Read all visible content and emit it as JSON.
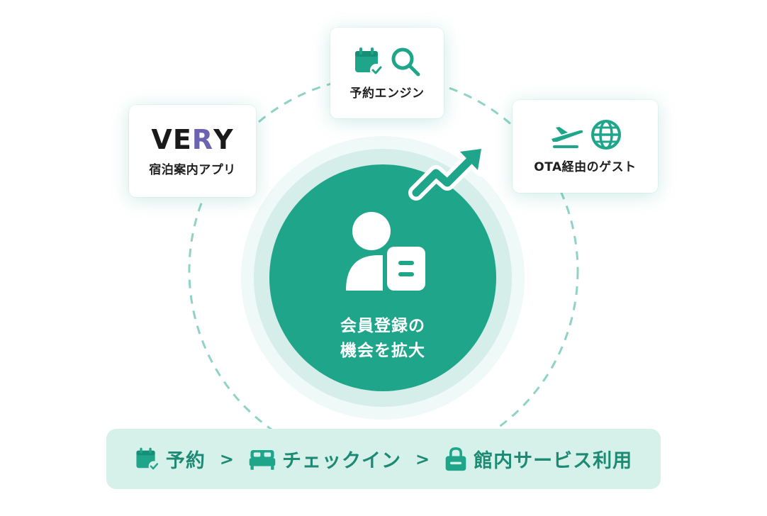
{
  "cards": {
    "booking_engine": {
      "label": "予約エンジン",
      "icons": [
        "calendar-check-icon",
        "search-icon"
      ]
    },
    "very_app": {
      "logo_letters": [
        "V",
        "E",
        "R",
        "Y"
      ],
      "label": "宿泊案内アプリ"
    },
    "ota": {
      "label": "OTA経由のゲスト",
      "icons": [
        "airplane-icon",
        "globe-icon"
      ]
    }
  },
  "center": {
    "line1": "会員登録の",
    "line2": "機会を拡大",
    "icon": "member-card-icon",
    "growth_icon": "trend-up-arrow-icon"
  },
  "flow": {
    "steps": [
      {
        "label": "予約",
        "icon": "calendar-check-icon"
      },
      {
        "label": "チェックイン",
        "icon": "bed-icon"
      },
      {
        "label": "館内サービス利用",
        "icon": "lock-bag-icon"
      }
    ],
    "separator": ">"
  },
  "colors": {
    "primary": "#1fa58a",
    "light": "#d6f0ea",
    "dashed": "#8fd3c4",
    "very_accent": "#6c63b0"
  }
}
